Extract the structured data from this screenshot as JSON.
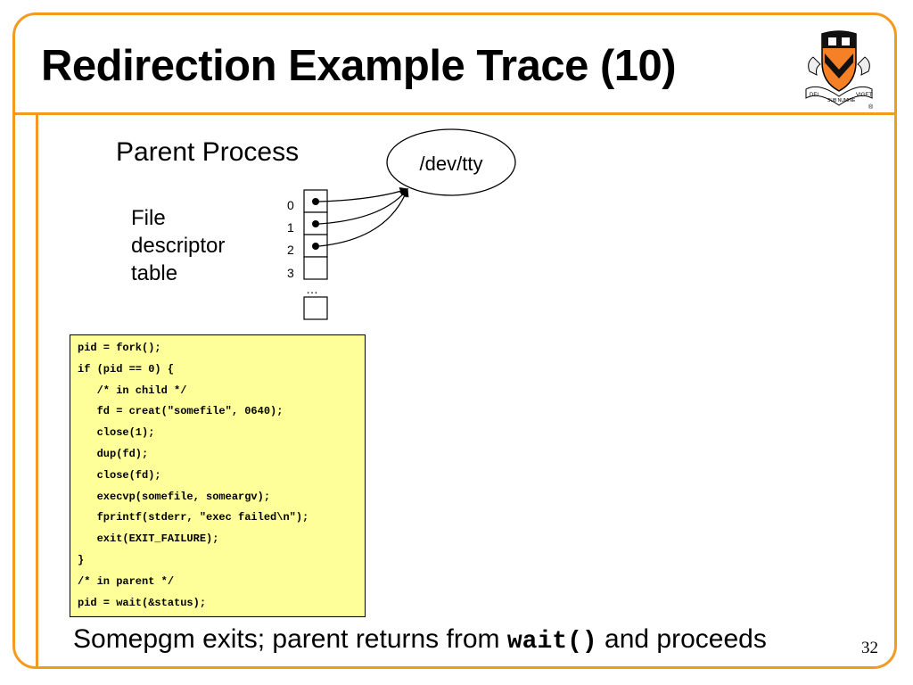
{
  "slide": {
    "title": "Redirection Example Trace (10)",
    "page_number": "32",
    "accent_color": "#f29b20"
  },
  "logo": {
    "icon": "princeton-shield-icon",
    "ribbon_left": "DEI",
    "ribbon_mid": "SUB NUMINE",
    "ribbon_right": "VIGET",
    "registered": "®"
  },
  "diagram": {
    "process_label": "Parent Process",
    "table_label_lines": [
      "File",
      "descriptor",
      "table"
    ],
    "device_label": "/dev/tty",
    "fd_indices": [
      "0",
      "1",
      "2",
      "3"
    ],
    "ellipsis": "…",
    "pointing_fds": [
      0,
      1,
      2
    ]
  },
  "code": {
    "lines": [
      "pid = fork();",
      "if (pid == 0) {",
      "   /* in child */",
      "   fd = creat(\"somefile\", 0640);",
      "   close(1);",
      "   dup(fd);",
      "   close(fd);",
      "   execvp(somefile, someargv);",
      "   fprintf(stderr, \"exec failed\\n\");",
      "   exit(EXIT_FAILURE);",
      "}",
      "/* in parent */",
      "pid = wait(&status);"
    ]
  },
  "caption": {
    "prefix": "Somepgm exits; parent returns from ",
    "code_word": "wait()",
    "suffix": " and proceeds"
  }
}
